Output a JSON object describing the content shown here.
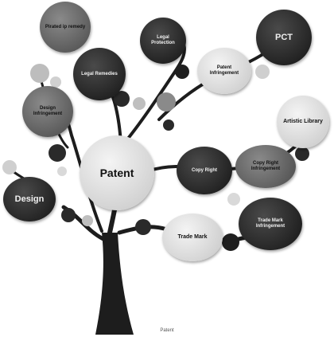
{
  "diagram": {
    "center": "Patent",
    "nodes": {
      "pirate_remedy": "Pirated ip remedy",
      "legal_remedies": "Legal Remedies",
      "legal_protection": "Legal Protection",
      "pct": "PCT",
      "patent_infringement": "Patent Infringement",
      "design_infringement": "Design Infringement",
      "artistic_library": "Artistic Library",
      "design": "Design",
      "copyright": "Copy Right",
      "copyright_infringement": "Copy Right Infringement",
      "trade_mark": "Trade Mark",
      "trade_mark_infringement": "Trade Mark Infringement"
    },
    "caption": "Patent"
  }
}
